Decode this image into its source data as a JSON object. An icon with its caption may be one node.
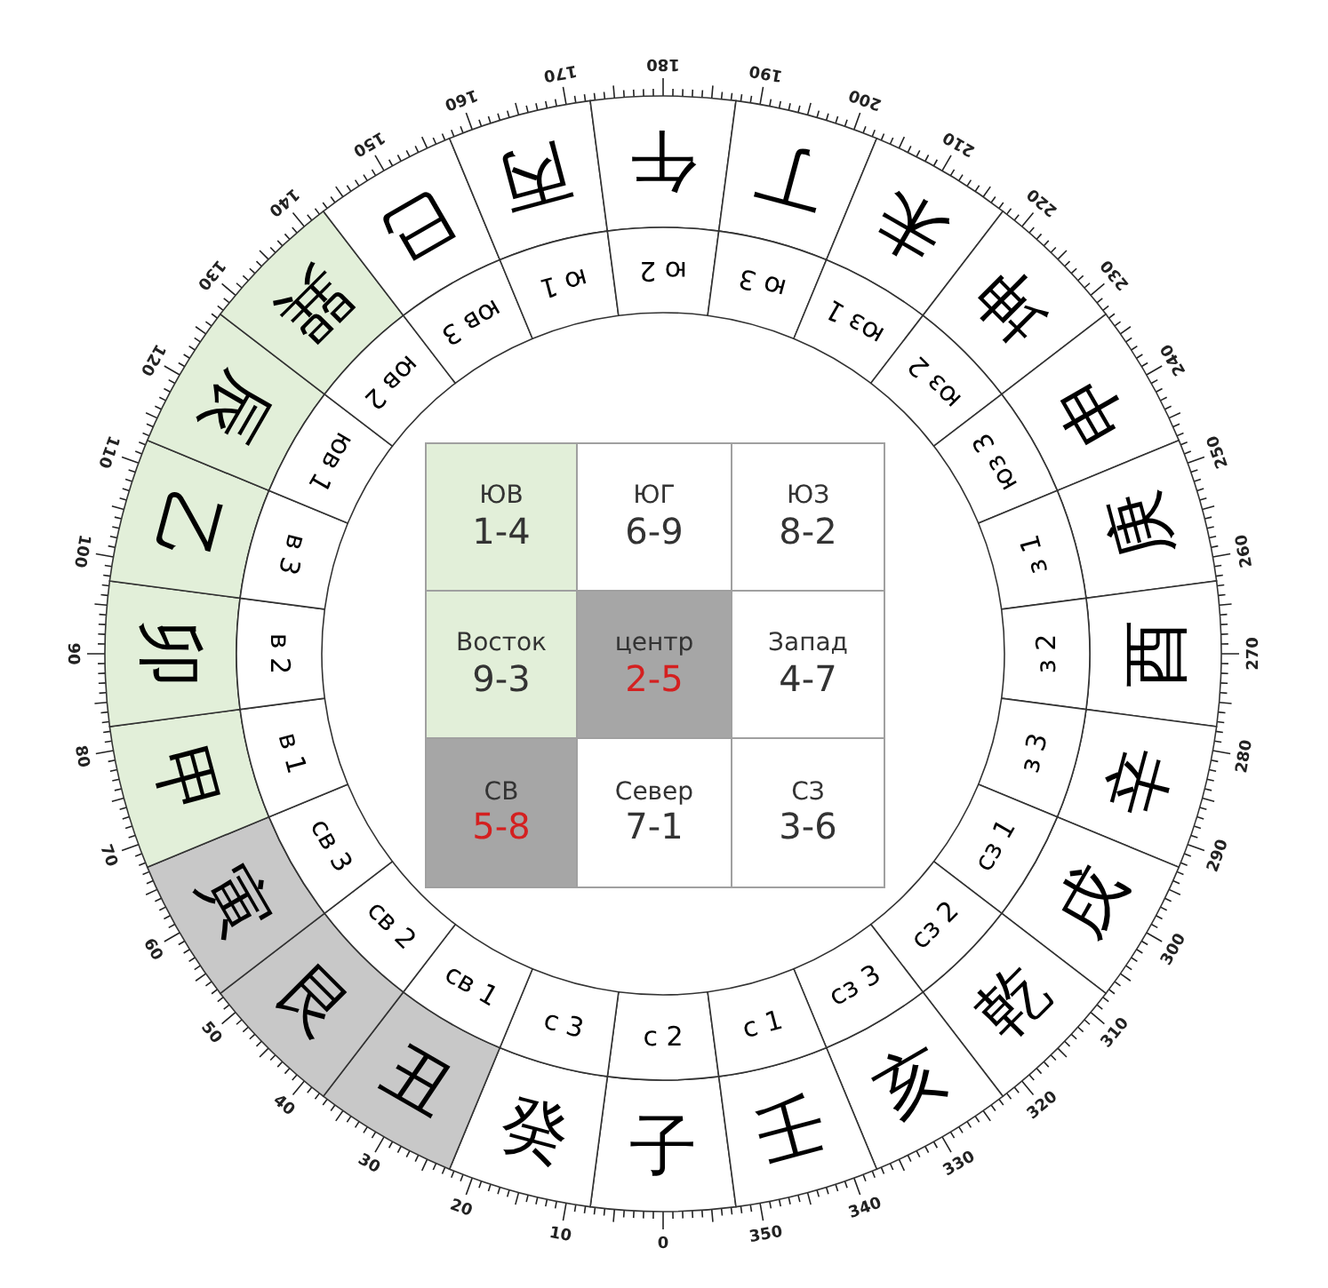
{
  "diagram": {
    "nodes": [
      {
        "text": [
          "子"
        ]
      },
      {
        "text": [
          "癸"
        ]
      },
      {
        "text": [
          "丑"
        ]
      },
      {
        "text": [
          "艮"
        ]
      },
      {
        "text": [
          "寅"
        ]
      },
      {
        "text": [
          "甲"
        ]
      },
      {
        "text": [
          "卯"
        ]
      },
      {
        "text": [
          "乙"
        ]
      },
      {
        "text": [
          "辰"
        ]
      },
      {
        "text": [
          "巽"
        ]
      },
      {
        "text": [
          "巳"
        ]
      },
      {
        "text": [
          "丙"
        ]
      },
      {
        "text": [
          "午"
        ]
      },
      {
        "text": [
          "丁"
        ]
      },
      {
        "text": [
          "未"
        ]
      },
      {
        "text": [
          "坤"
        ]
      },
      {
        "text": [
          "申"
        ]
      },
      {
        "text": [
          "庚"
        ]
      },
      {
        "text": [
          "酉"
        ]
      },
      {
        "text": [
          "辛"
        ]
      },
      {
        "text": [
          "戌"
        ]
      },
      {
        "text": [
          "乾"
        ]
      },
      {
        "text": [
          "亥"
        ]
      },
      {
        "text": [
          "壬"
        ]
      },
      {
        "text": [
          "с 2"
        ]
      },
      {
        "text": [
          "с 3"
        ]
      },
      {
        "text": [
          "св 1"
        ]
      },
      {
        "text": [
          "св 2"
        ]
      },
      {
        "text": [
          "св 3"
        ]
      },
      {
        "text": [
          "в 1"
        ]
      },
      {
        "text": [
          "в 2"
        ]
      },
      {
        "text": [
          "в 3"
        ]
      },
      {
        "text": [
          "юв 1"
        ]
      },
      {
        "text": [
          "юв 2"
        ]
      },
      {
        "text": [
          "юв 3"
        ]
      },
      {
        "text": [
          "ю 1"
        ]
      },
      {
        "text": [
          "ю 2"
        ]
      },
      {
        "text": [
          "ю 3"
        ]
      },
      {
        "text": [
          "юз 1"
        ]
      },
      {
        "text": [
          "юз 2"
        ]
      },
      {
        "text": [
          "юз 3"
        ]
      },
      {
        "text": [
          "з 1"
        ]
      },
      {
        "text": [
          "з 2"
        ]
      },
      {
        "text": [
          "з 3"
        ]
      },
      {
        "text": [
          "сз 1"
        ]
      },
      {
        "text": [
          "сз 2"
        ]
      },
      {
        "text": [
          "сз 3"
        ]
      },
      {
        "text": [
          "с 1"
        ]
      },
      {
        "text": [
          "ЮВ",
          "1-4"
        ]
      },
      {
        "text": [
          "ЮГ",
          "6-9"
        ]
      },
      {
        "text": [
          "ЮЗ",
          "8-2"
        ]
      },
      {
        "text": [
          "Восток",
          "9-3"
        ]
      },
      {
        "text": [
          "центр",
          "2-5"
        ]
      },
      {
        "text": [
          "Запад",
          "4-7"
        ]
      },
      {
        "text": [
          "СВ",
          "5-8"
        ]
      },
      {
        "text": [
          "Север",
          "7-1"
        ]
      },
      {
        "text": [
          "СЗ",
          "3-6"
        ]
      }
    ],
    "labels": [
      "0",
      "10",
      "20",
      "30",
      "40",
      "50",
      "60",
      "70",
      "80",
      "90",
      "100",
      "110",
      "120",
      "130",
      "140",
      "150",
      "160",
      "170",
      "180",
      "190",
      "200",
      "210",
      "220",
      "230",
      "240",
      "250",
      "260",
      "270",
      "280",
      "290",
      "300",
      "310",
      "320",
      "330",
      "340",
      "350"
    ]
  }
}
